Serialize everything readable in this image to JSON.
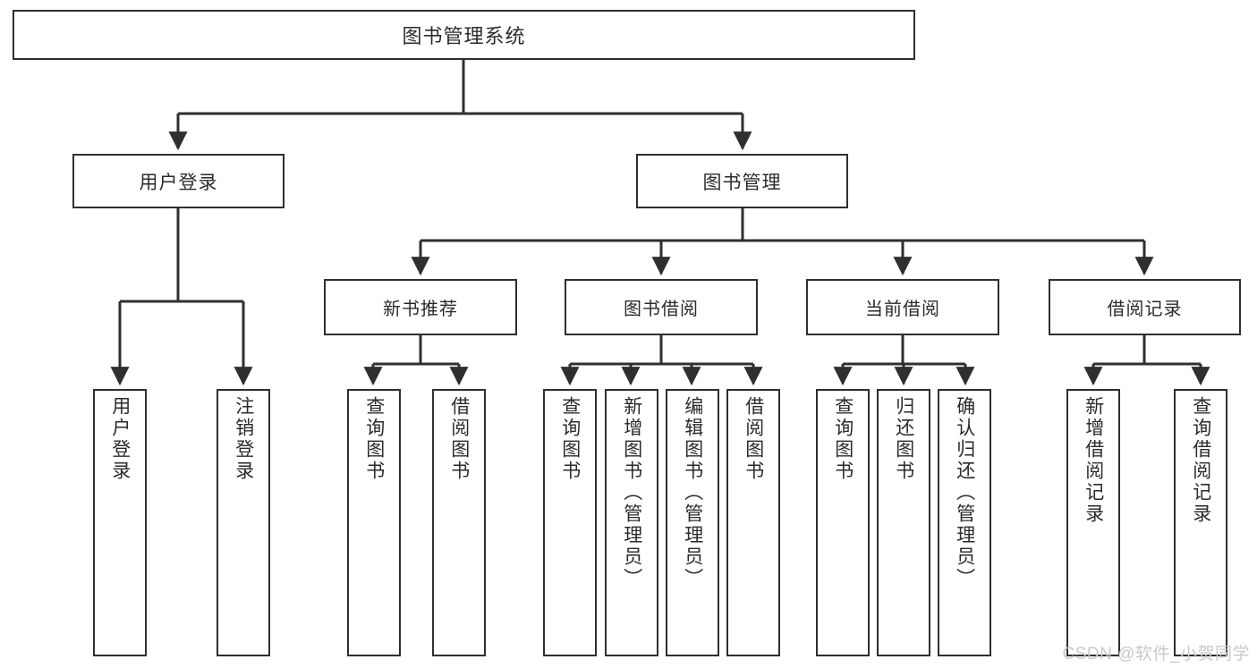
{
  "diagram": {
    "title": "图书管理系统",
    "watermark": "CSDN @软件_小贺同学",
    "colors": {
      "background": "#ffffff",
      "box_fill": "#ffffff",
      "box_border": "#2f2f2f",
      "connector": "#2f2f2f",
      "text": "#2b2b2b",
      "watermark": "#c9c9c9"
    },
    "root": {
      "label": "图书管理系统"
    },
    "level1": [
      {
        "label": "用户登录"
      },
      {
        "label": "图书管理"
      }
    ],
    "level2": [
      {
        "label": "新书推荐"
      },
      {
        "label": "图书借阅"
      },
      {
        "label": "当前借阅"
      },
      {
        "label": "借阅记录"
      }
    ],
    "leaves": {
      "user_login": [
        {
          "label": "用户登录"
        },
        {
          "label": "注销登录"
        }
      ],
      "new_book_recommend": [
        {
          "label": "查询图书"
        },
        {
          "label": "借阅图书"
        }
      ],
      "book_borrow": [
        {
          "label": "查询图书"
        },
        {
          "label": "新增图书（管理员）"
        },
        {
          "label": "编辑图书（管理员）"
        },
        {
          "label": "借阅图书"
        }
      ],
      "current_borrow": [
        {
          "label": "查询图书"
        },
        {
          "label": "归还图书"
        },
        {
          "label": "确认归还（管理员）"
        }
      ],
      "borrow_record": [
        {
          "label": "新增借阅记录"
        },
        {
          "label": "查询借阅记录"
        }
      ]
    }
  },
  "chart_data": {
    "type": "diagram",
    "title": "图书管理系统",
    "structure": "tree",
    "nodes": [
      {
        "id": "root",
        "label": "图书管理系统",
        "level": 0,
        "parent": null
      },
      {
        "id": "n1",
        "label": "用户登录",
        "level": 1,
        "parent": "root"
      },
      {
        "id": "n2",
        "label": "图书管理",
        "level": 1,
        "parent": "root"
      },
      {
        "id": "n1a",
        "label": "用户登录",
        "level": 2,
        "parent": "n1"
      },
      {
        "id": "n1b",
        "label": "注销登录",
        "level": 2,
        "parent": "n1"
      },
      {
        "id": "n2a",
        "label": "新书推荐",
        "level": 2,
        "parent": "n2"
      },
      {
        "id": "n2b",
        "label": "图书借阅",
        "level": 2,
        "parent": "n2"
      },
      {
        "id": "n2c",
        "label": "当前借阅",
        "level": 2,
        "parent": "n2"
      },
      {
        "id": "n2d",
        "label": "借阅记录",
        "level": 2,
        "parent": "n2"
      },
      {
        "id": "n2a1",
        "label": "查询图书",
        "level": 3,
        "parent": "n2a"
      },
      {
        "id": "n2a2",
        "label": "借阅图书",
        "level": 3,
        "parent": "n2a"
      },
      {
        "id": "n2b1",
        "label": "查询图书",
        "level": 3,
        "parent": "n2b"
      },
      {
        "id": "n2b2",
        "label": "新增图书（管理员）",
        "level": 3,
        "parent": "n2b"
      },
      {
        "id": "n2b3",
        "label": "编辑图书（管理员）",
        "level": 3,
        "parent": "n2b"
      },
      {
        "id": "n2b4",
        "label": "借阅图书",
        "level": 3,
        "parent": "n2b"
      },
      {
        "id": "n2c1",
        "label": "查询图书",
        "level": 3,
        "parent": "n2c"
      },
      {
        "id": "n2c2",
        "label": "归还图书",
        "level": 3,
        "parent": "n2c"
      },
      {
        "id": "n2c3",
        "label": "确认归还（管理员）",
        "level": 3,
        "parent": "n2c"
      },
      {
        "id": "n2d1",
        "label": "新增借阅记录",
        "level": 3,
        "parent": "n2d"
      },
      {
        "id": "n2d2",
        "label": "查询借阅记录",
        "level": 3,
        "parent": "n2d"
      }
    ]
  }
}
